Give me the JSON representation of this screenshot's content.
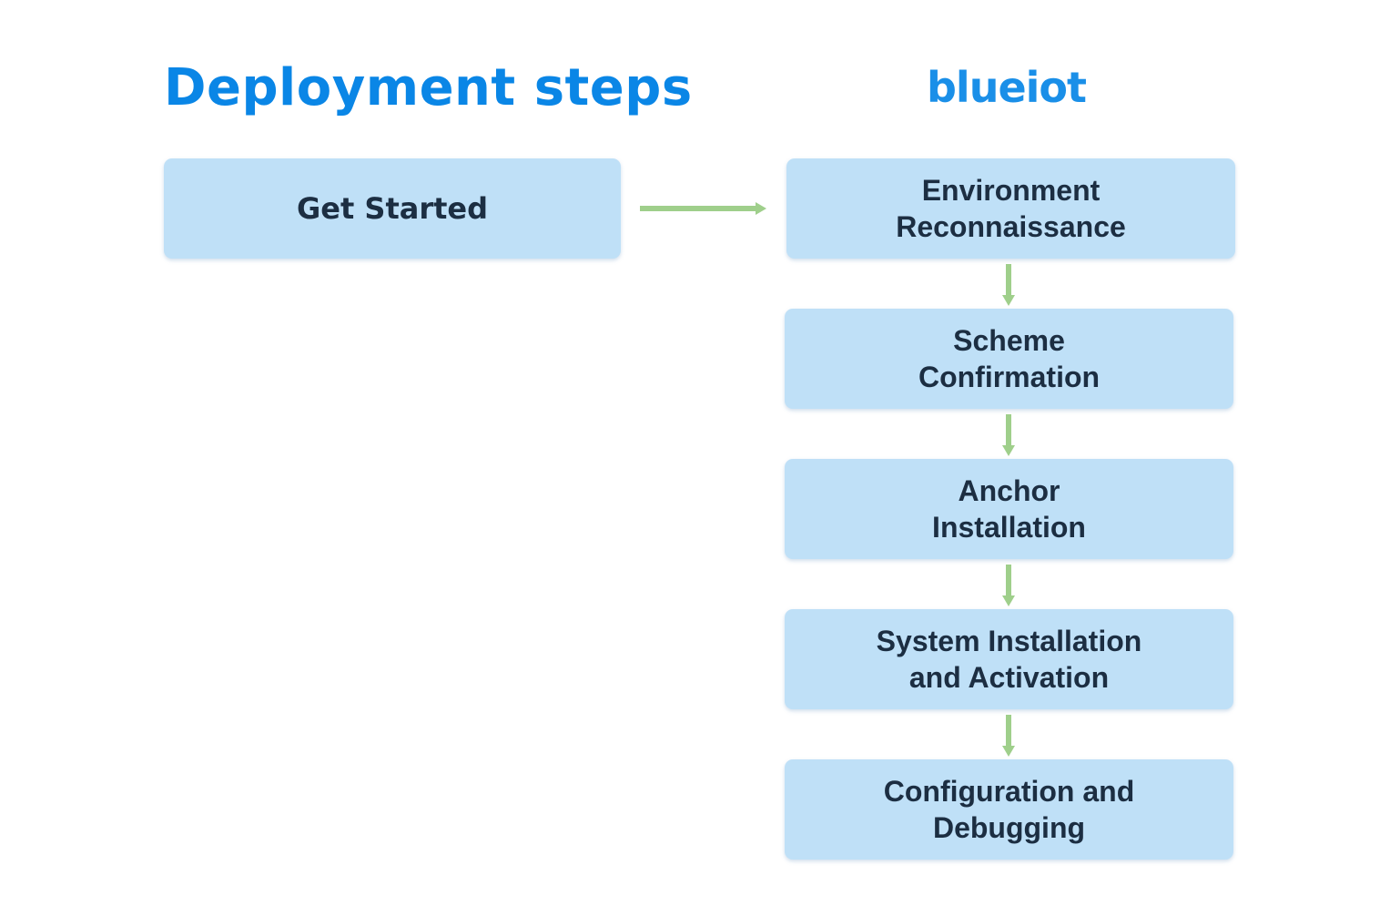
{
  "title": "Deployment steps",
  "logo": "blueiot",
  "start": {
    "label": "Get Started"
  },
  "steps": [
    {
      "label": "Environment\nReconnaissance"
    },
    {
      "label": "Scheme\nConfirmation"
    },
    {
      "label": "Anchor\nInstallation"
    },
    {
      "label": "System Installation\nand Activation"
    },
    {
      "label": "Configuration and\nDebugging"
    }
  ],
  "colors": {
    "title": "#0a86e6",
    "logo": "#1a8fe8",
    "box_fill": "#bfe0f7",
    "box_text": "#1c2e42",
    "arrow": "#9fcf8b"
  }
}
